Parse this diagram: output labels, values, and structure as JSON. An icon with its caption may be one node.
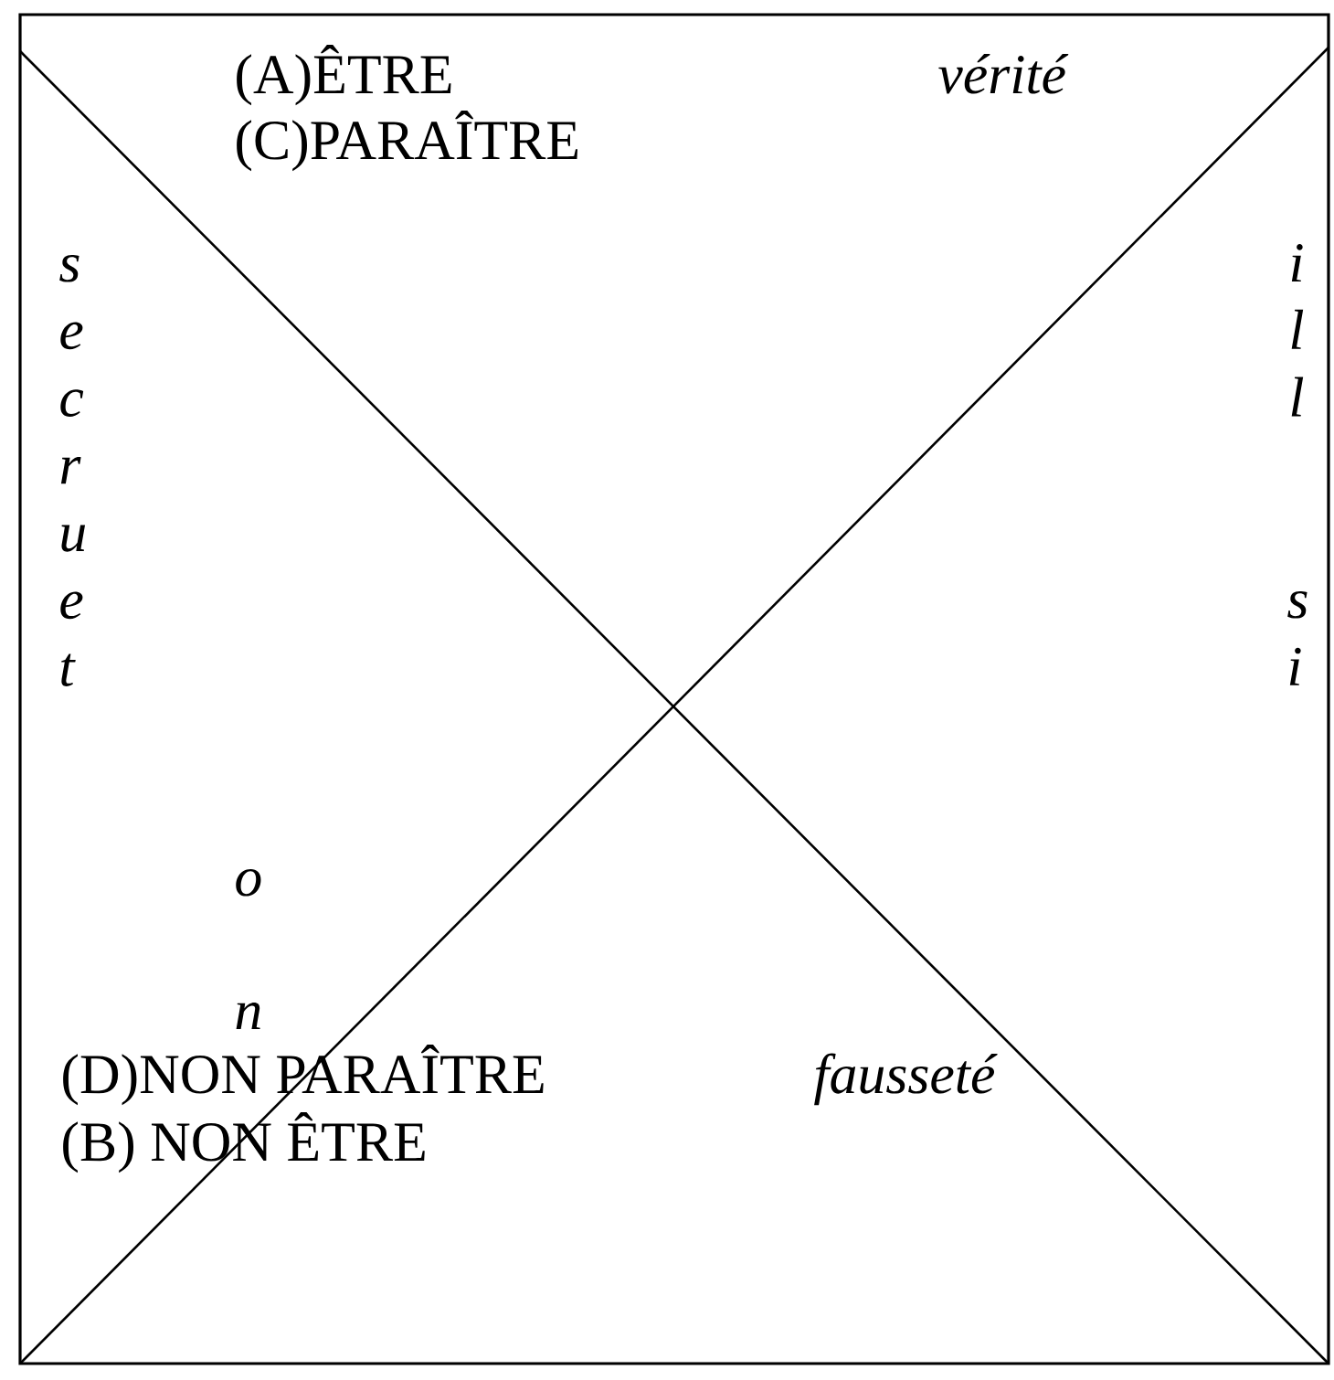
{
  "diagram": {
    "labels": [
      "(A)ÊTRE",
      "vérité",
      "(C)PARAÎTRE",
      "s e c r u e t",
      "i l l",
      "s i",
      "o",
      "n",
      "(D)NON PARAÎTRE",
      "fausseté",
      "(B) NON ÊTRE"
    ]
  }
}
